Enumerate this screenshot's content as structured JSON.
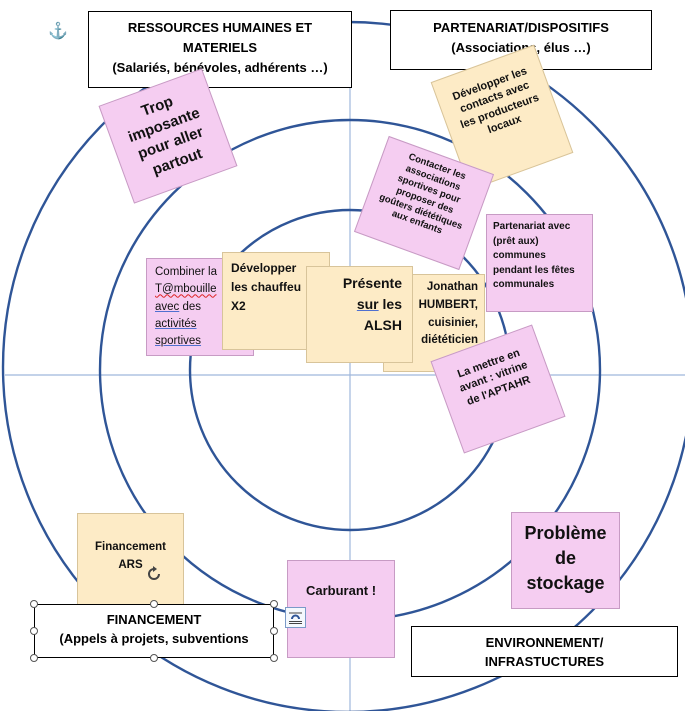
{
  "boxes": {
    "rh_title": "RESSOURCES HUMAINES ET",
    "rh_title2": "MATERIELS",
    "rh_sub": "(Salariés, bénévoles, adhérents …)",
    "part_title": "PARTENARIAT/DISPOSITIFS",
    "part_sub": "(Associations, élus …)",
    "fin_title": "FINANCEMENT",
    "fin_sub": "(Appels à projets, subventions",
    "env_title": "ENVIRONNEMENT/",
    "env_sub": "INFRASTUCTURES"
  },
  "notes": {
    "trop": [
      "Trop",
      "imposante",
      "pour aller",
      "partout"
    ],
    "dev_contacts": [
      "Développer les",
      "contacts avec",
      "les producteurs",
      "locaux"
    ],
    "contacter": [
      "Contacter les",
      "associations",
      "sportives pour",
      "proposer des",
      "goûters diététiques",
      "aux enfants"
    ],
    "partenariat": [
      "Partenariat avec",
      "(prêt aux)",
      "communes",
      "pendant les fêtes",
      "communales"
    ],
    "combiner_1": "Combiner la",
    "combiner_2": "T@mbouille",
    "combiner_3a": "avec",
    "combiner_3b": " des",
    "combiner_4": "activités",
    "combiner_5": "sportives",
    "developper": [
      "Développer",
      "les chauffeu",
      "X2"
    ],
    "presente_1": "Présente",
    "presente_2a": "sur",
    "presente_2b": " les ALSH",
    "jonathan": [
      "Jonathan",
      "HUMBERT,",
      "cuisinier,",
      "diététicien"
    ],
    "mettre": [
      "La mettre en",
      "avant : vitrine",
      "de l'APTAHR"
    ],
    "financement_ars": [
      "Financement",
      "ARS"
    ],
    "carburant": "Carburant !",
    "probleme": [
      "Problème",
      "de",
      "stockage"
    ]
  },
  "colors": {
    "pink": "#f5cdf1",
    "yellow": "#fdebc6",
    "axis": "#9fb8dc",
    "circle": "#2f5597"
  },
  "icons": [
    "anchor-icon",
    "rotate-handle-icon",
    "layout-options-icon"
  ]
}
